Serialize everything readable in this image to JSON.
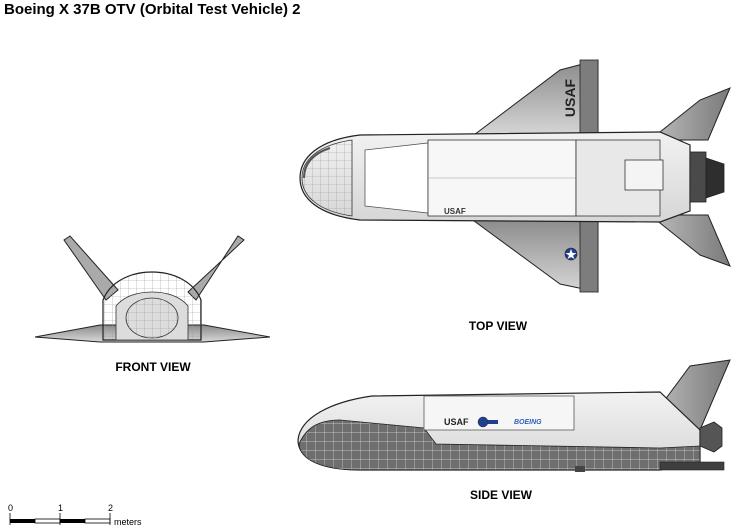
{
  "title": "Boeing X 37B OTV (Orbital Test Vehicle) 2",
  "views": {
    "top": "TOP VIEW",
    "front": "FRONT VIEW",
    "side": "SIDE VIEW"
  },
  "markings": {
    "usaf": "USAF",
    "boeing": "BOEING"
  },
  "scale": {
    "ticks": [
      "0",
      "1",
      "2"
    ],
    "unit": "meters"
  }
}
